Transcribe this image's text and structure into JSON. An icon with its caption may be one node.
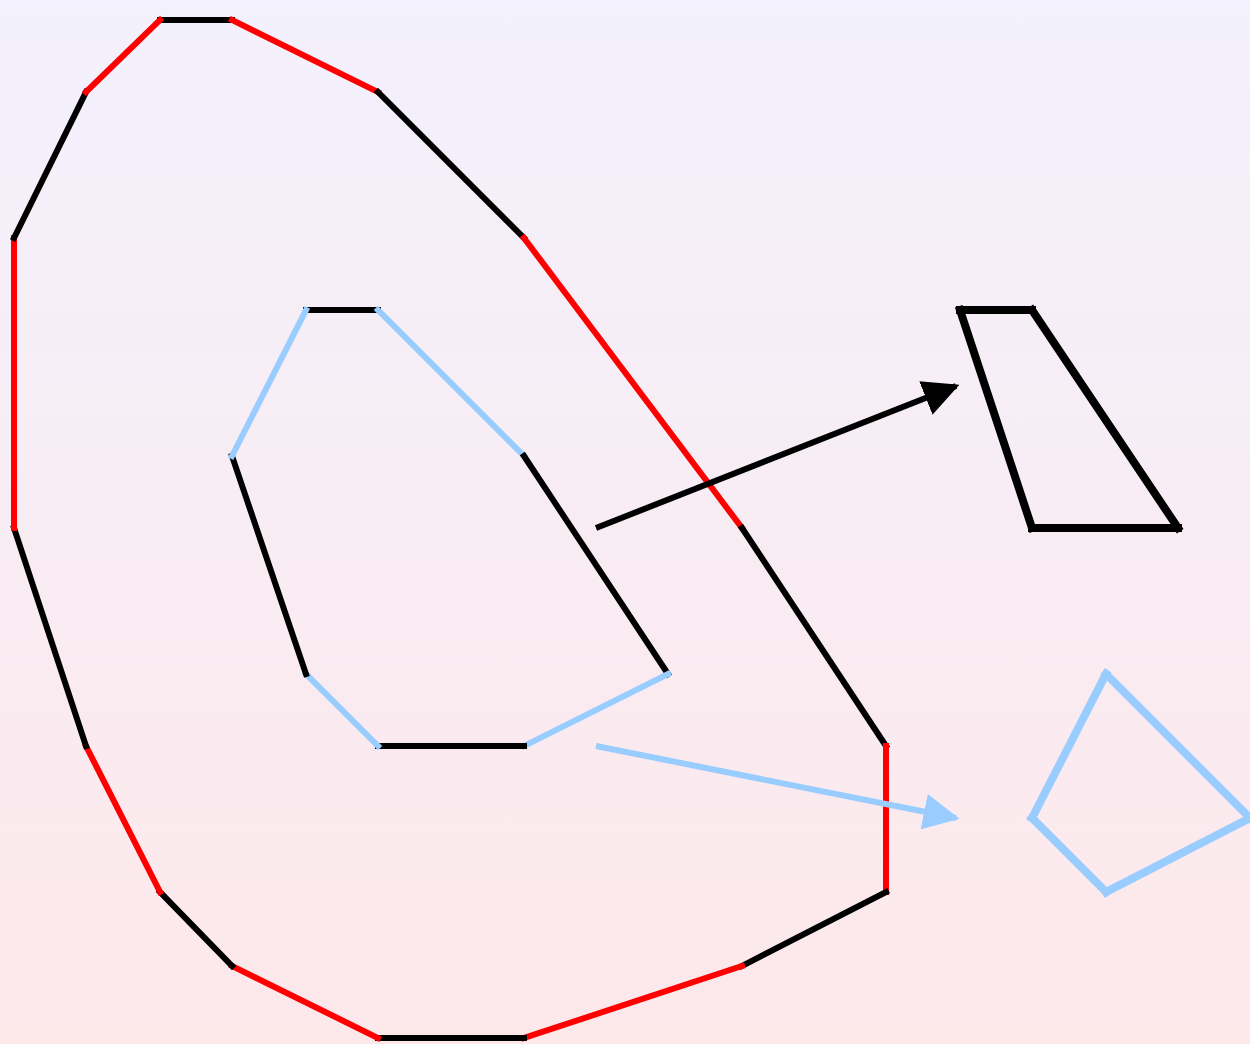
{
  "diagram": {
    "nodes": [
      {
        "text": [],
        "shape": "polygon"
      },
      {
        "text": [],
        "shape": "polygon",
        "in": 0
      },
      {
        "text": [],
        "shape": "polygon"
      },
      {
        "text": [],
        "shape": "polygon"
      }
    ],
    "edges": [
      {
        "from": 1,
        "to": 2,
        "arrow": "to"
      },
      {
        "from": 1,
        "to": 3,
        "arrow": "to",
        "color": "#99ccff"
      }
    ]
  }
}
